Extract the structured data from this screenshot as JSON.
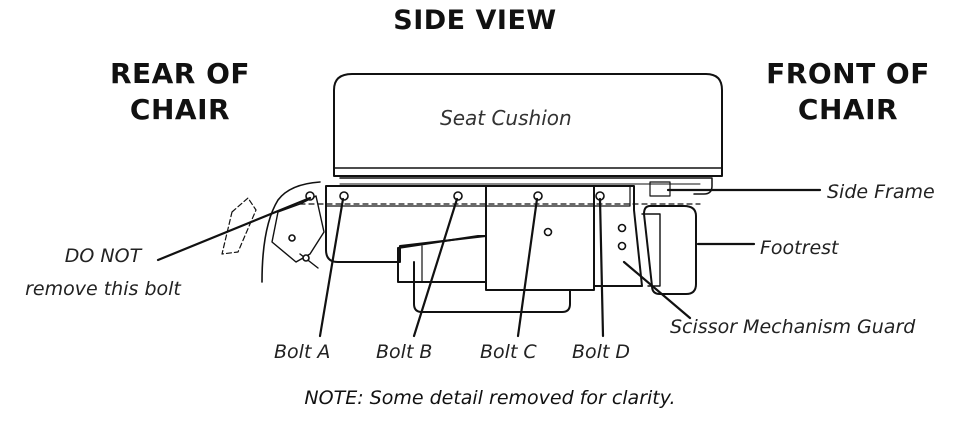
{
  "title": "SIDE VIEW",
  "rear_label": [
    "REAR OF",
    "CHAIR"
  ],
  "front_label": [
    "FRONT OF",
    "CHAIR"
  ],
  "labels": {
    "seat_cushion": "Seat Cushion",
    "side_frame": "Side Frame",
    "footrest": "Footrest",
    "scissor_guard": "Scissor Mechanism Guard",
    "do_not": [
      "DO NOT",
      "remove this bolt"
    ],
    "bolt_a": "Bolt A",
    "bolt_b": "Bolt B",
    "bolt_c": "Bolt C",
    "bolt_d": "Bolt D"
  },
  "note": "NOTE: Some detail removed for clarity."
}
